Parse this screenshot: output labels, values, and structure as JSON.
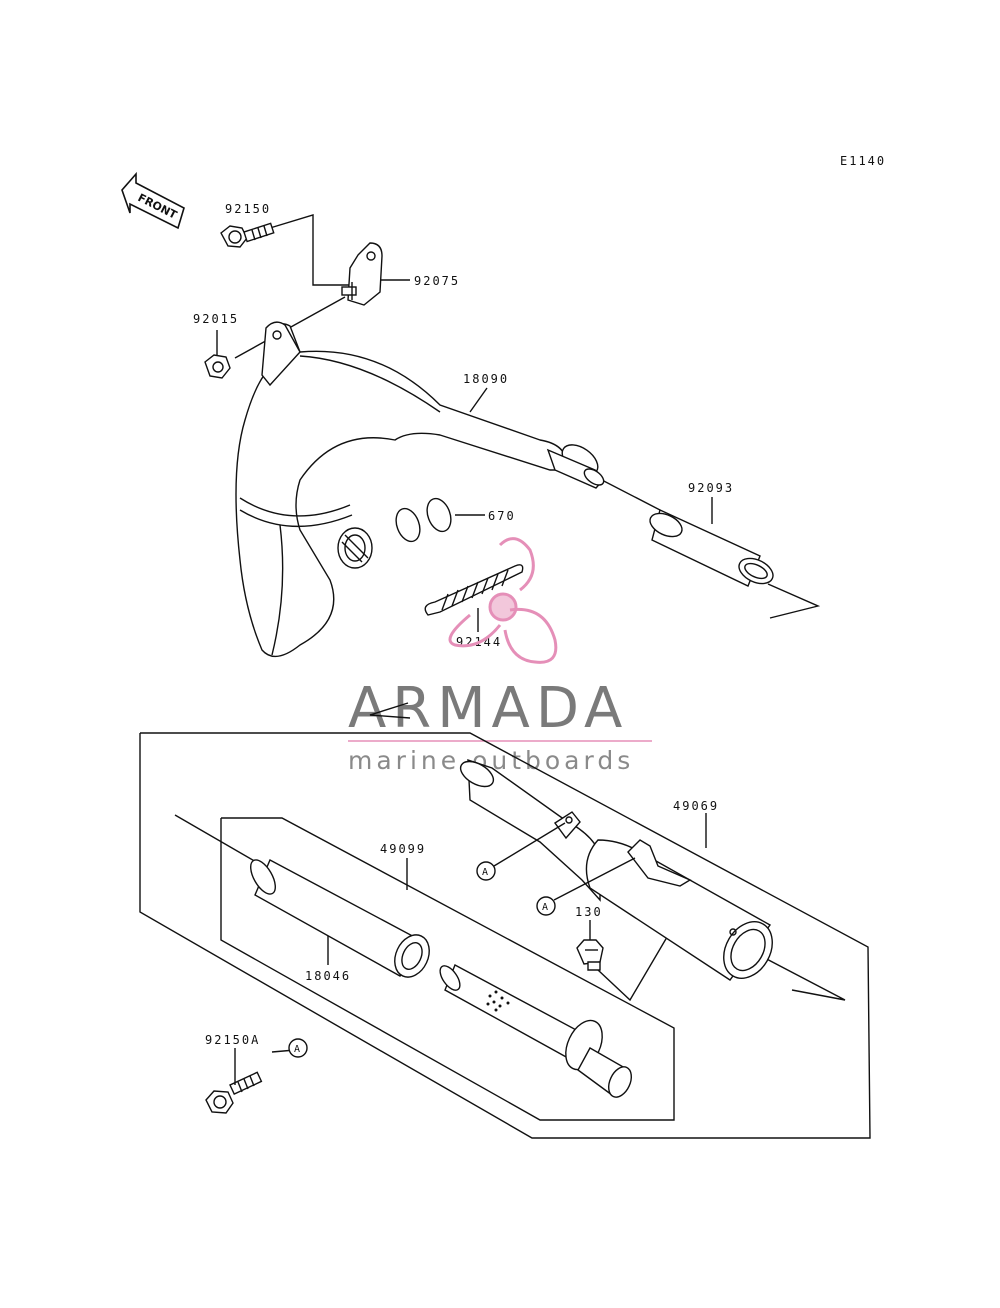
{
  "diagram_code": "E1140",
  "front_label": "FRONT",
  "parts": {
    "bolt_top": "92150",
    "bracket": "92075",
    "nut": "92015",
    "chamber_pipe": "18090",
    "gasket": "670",
    "sleeve_top": "92093",
    "spring": "92144",
    "muffler_assy": "49069",
    "silencer": "49099",
    "packing": "18046",
    "plug": "130",
    "bolt_bottom": "92150A"
  },
  "ref_marker": "A",
  "watermark": {
    "brand": "ARMADA",
    "tagline": "marine outboards",
    "accent_color": "#e58fb8"
  }
}
